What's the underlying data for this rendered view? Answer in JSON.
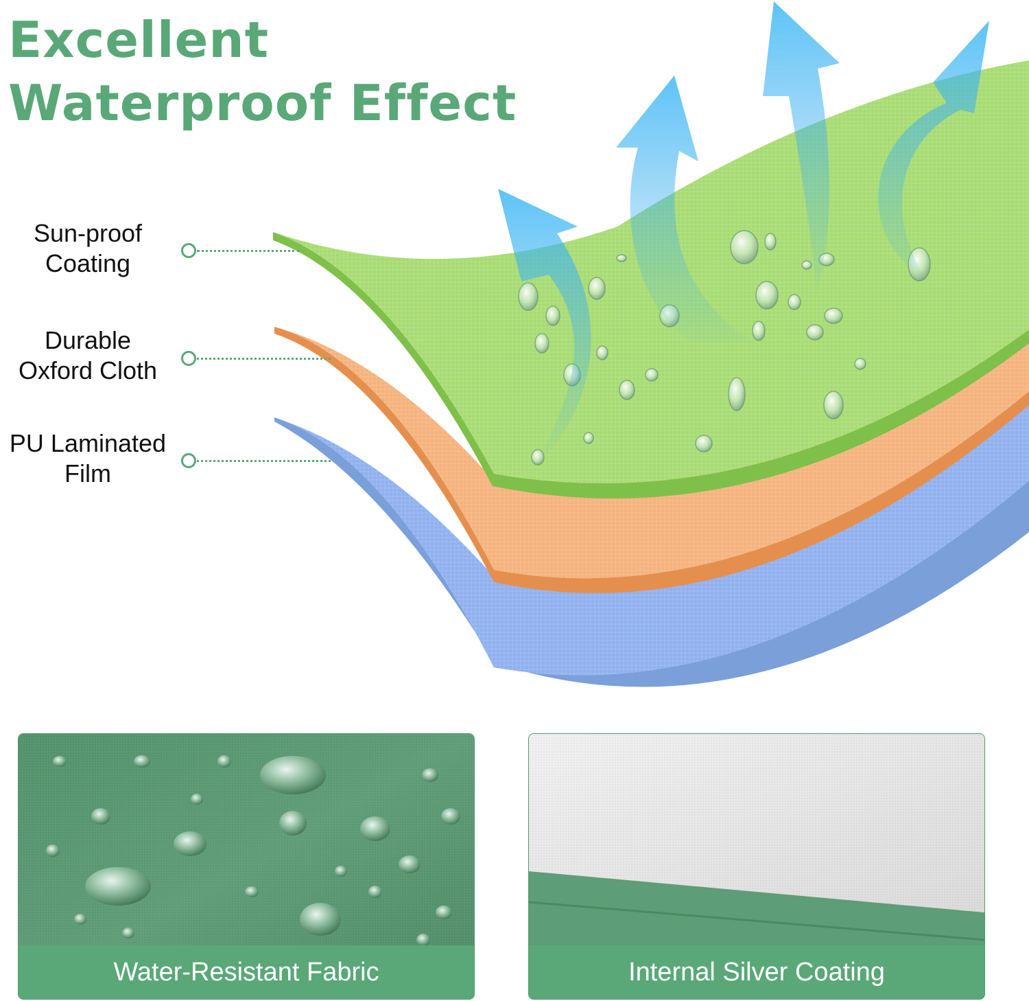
{
  "title": {
    "line1": "Excellent",
    "line2": "Waterproof Effect"
  },
  "layers": [
    {
      "line1": "Sun-proof",
      "line2": "Coating",
      "color": "#9bd467"
    },
    {
      "line1": "Durable",
      "line2": "Oxford Cloth",
      "color": "#f0a96a"
    },
    {
      "line1": "PU Laminated",
      "line2": "Film",
      "color": "#7e9ee0"
    }
  ],
  "cards": [
    {
      "caption": "Water-Resistant Fabric"
    },
    {
      "caption": "Internal Silver Coating"
    }
  ],
  "colors": {
    "brand_green": "#5aa878",
    "arrow_blue": "#3fb0f0"
  },
  "icons": [
    "upward-arrow-icon",
    "water-droplet-icon"
  ]
}
